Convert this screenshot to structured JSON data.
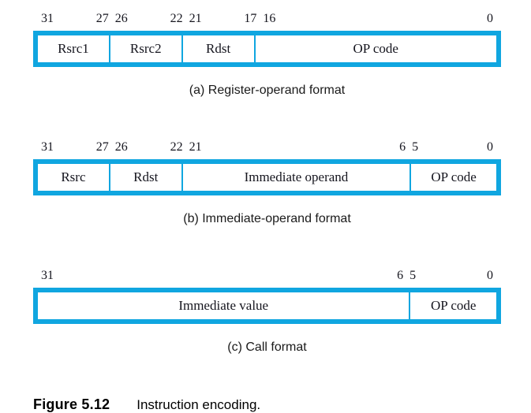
{
  "colors": {
    "accent": "#10a6e0",
    "text": "#15151e",
    "caption_text": "#1a1a1a"
  },
  "diagrams": [
    {
      "id": "a",
      "caption": "(a) Register-operand format",
      "fields": [
        {
          "label": "Rsrc1",
          "hi": 31,
          "lo": 27
        },
        {
          "label": "Rsrc2",
          "hi": 26,
          "lo": 22
        },
        {
          "label": "Rdst",
          "hi": 21,
          "lo": 17
        },
        {
          "label": "OP code",
          "hi": 16,
          "lo": 0
        }
      ]
    },
    {
      "id": "b",
      "caption": "(b) Immediate-operand format",
      "fields": [
        {
          "label": "Rsrc",
          "hi": 31,
          "lo": 27
        },
        {
          "label": "Rdst",
          "hi": 26,
          "lo": 22
        },
        {
          "label": "Immediate operand",
          "hi": 21,
          "lo": 6
        },
        {
          "label": "OP code",
          "hi": 5,
          "lo": 0
        }
      ]
    },
    {
      "id": "c",
      "caption": "(c) Call format",
      "fields": [
        {
          "label": "Immediate value",
          "hi": 31,
          "lo": 6
        },
        {
          "label": "OP code",
          "hi": 5,
          "lo": 0
        }
      ]
    }
  ],
  "figure": {
    "number": "Figure 5.12",
    "caption": "Instruction encoding."
  }
}
